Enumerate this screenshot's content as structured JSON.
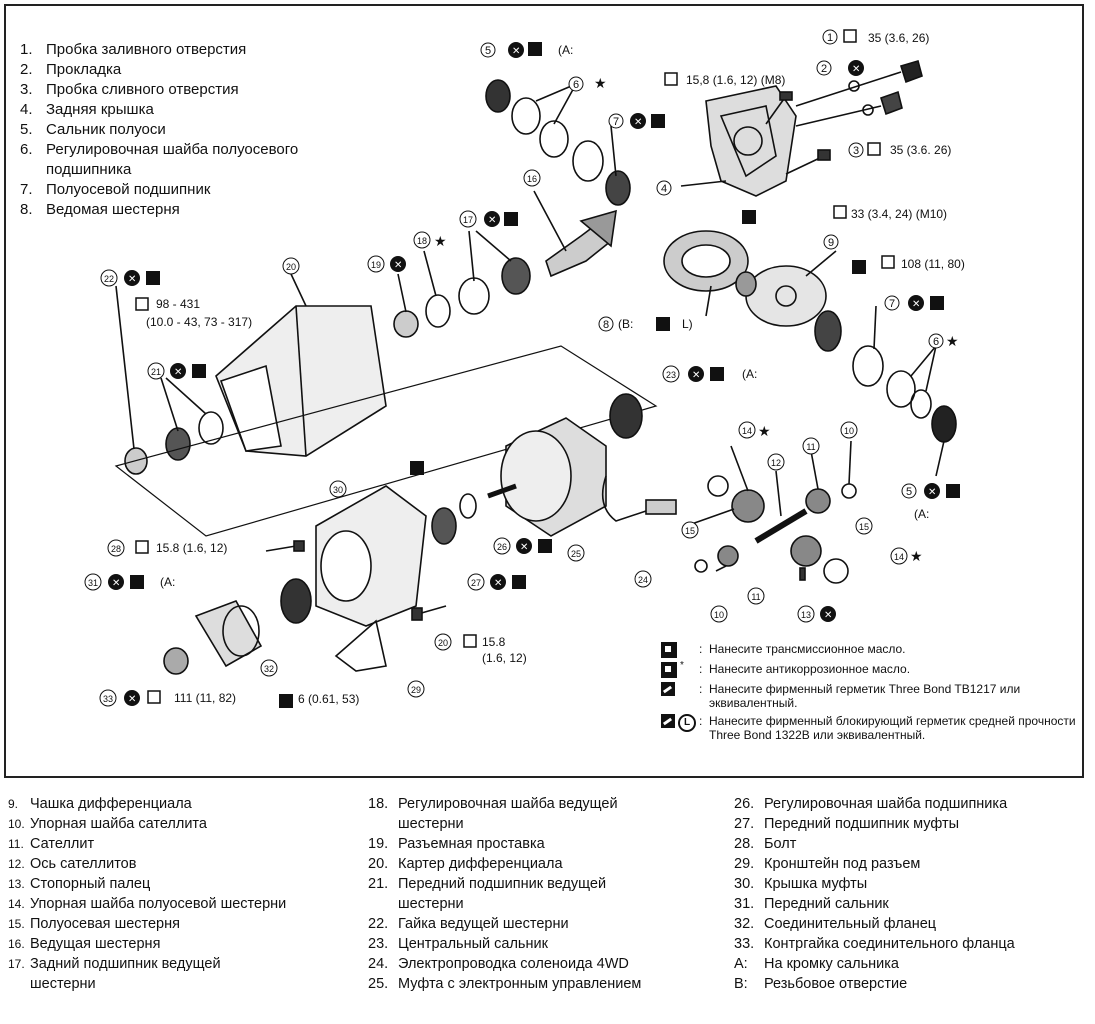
{
  "top_list": [
    {
      "num": "1.",
      "text": "Пробка заливного отверстия"
    },
    {
      "num": "2.",
      "text": "Прокладка"
    },
    {
      "num": "3.",
      "text": "Пробка сливного отверстия"
    },
    {
      "num": "4.",
      "text": "Задняя крышка"
    },
    {
      "num": "5.",
      "text": "Сальник полуоси"
    },
    {
      "num": "6.",
      "text": "Регулировочная шайба полуосевого"
    },
    {
      "num": "",
      "text": "подшипника"
    },
    {
      "num": "7.",
      "text": "Полуосевой подшипник"
    },
    {
      "num": "8.",
      "text": "Ведомая шестерня"
    }
  ],
  "callouts": {
    "c1": "35 (3.6, 26)",
    "c3": "35 (3.6. 26)",
    "m8": "15,8 (1.6, 12) (M8)",
    "m10": "33 (3.4, 24) (M10)",
    "c9": "108 (11, 80)",
    "c22_a": "98 - 431",
    "c22_b": "(10.0 - 43, 73 - 317)",
    "c28": "15.8 (1.6, 12)",
    "c20_a": "15.8",
    "c20_b": "(1.6, 12)",
    "c33": "111 (11, 82)",
    "c29": "6 (0.61, 53)",
    "a_marker": "(A:",
    "b_marker": "(B:",
    "l_marker": "L)"
  },
  "part_numbers": [
    "1",
    "2",
    "3",
    "4",
    "5",
    "6",
    "7",
    "8",
    "9",
    "10",
    "11",
    "12",
    "13",
    "14",
    "15",
    "16",
    "17",
    "18",
    "19",
    "20",
    "21",
    "22",
    "23",
    "24",
    "25",
    "26",
    "27",
    "28",
    "29",
    "30",
    "31",
    "32",
    "33"
  ],
  "legend": [
    {
      "text": "Нанесите трансмиссионное масло."
    },
    {
      "text": "Нанесите антикоррозионное масло."
    },
    {
      "text": "Нанесите фирменный герметик Three Bond TB1217 или эквивалентный."
    },
    {
      "text": "Нанесите фирменный блокирующий герметик средней прочности Three Bond 1322В или эквивалентный."
    }
  ],
  "bottom_col1": [
    {
      "num": "9.",
      "text": "Чашка дифференциала"
    },
    {
      "num": "10.",
      "text": "Упорная шайба сателлита"
    },
    {
      "num": "11.",
      "text": "Сателлит"
    },
    {
      "num": "12.",
      "text": "Ось сателлитов"
    },
    {
      "num": "13.",
      "text": "Стопорный палец"
    },
    {
      "num": "14.",
      "text": "Упорная шайба полуосевой шестерни"
    },
    {
      "num": "15.",
      "text": "Полуосевая шестерня"
    },
    {
      "num": "16.",
      "text": "Ведущая шестерня"
    },
    {
      "num": "17.",
      "text": "Задний подшипник ведущей"
    },
    {
      "num": "",
      "text": "шестерни"
    }
  ],
  "bottom_col2": [
    {
      "num": "18.",
      "text": "Регулировочная шайба ведущей"
    },
    {
      "num": "",
      "text": "шестерни"
    },
    {
      "num": "19.",
      "text": "Разъемная проставка"
    },
    {
      "num": "20.",
      "text": "Картер дифференциала"
    },
    {
      "num": "21.",
      "text": "Передний подшипник ведущей"
    },
    {
      "num": "",
      "text": "шестерни"
    },
    {
      "num": "22.",
      "text": "Гайка ведущей шестерни"
    },
    {
      "num": "23.",
      "text": "Центральный сальник"
    },
    {
      "num": "24.",
      "text": "Электропроводка соленоида 4WD"
    },
    {
      "num": "25.",
      "text": "Муфта с электронным управлением"
    }
  ],
  "bottom_col3": [
    {
      "num": "26.",
      "text": "Регулировочная шайба подшипника"
    },
    {
      "num": "27.",
      "text": "Передний подшипник муфты"
    },
    {
      "num": "28.",
      "text": "Болт"
    },
    {
      "num": "29.",
      "text": "Кронштейн под разъем"
    },
    {
      "num": "30.",
      "text": "Крышка муфты"
    },
    {
      "num": "31.",
      "text": "Передний сальник"
    },
    {
      "num": "32.",
      "text": "Соединительный фланец"
    },
    {
      "num": "33.",
      "text": "Контргайка соединительного фланца"
    },
    {
      "num": "A:",
      "text": "На кромку сальника"
    },
    {
      "num": "B:",
      "text": "Резьбовое отверстие"
    }
  ]
}
